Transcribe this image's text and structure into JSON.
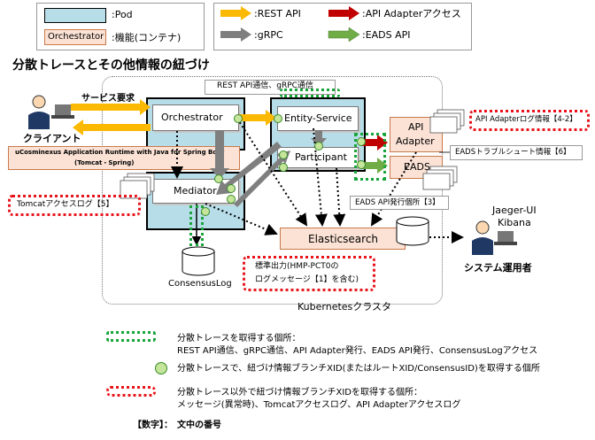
{
  "legend_top": {
    "pod": ":Pod",
    "function": ":機能(コンテナ)",
    "orchestrator_sample": "Orchestrator",
    "rest_api": ":REST API",
    "grpc": ":gRPC",
    "api_adapter_access": ":API Adapterアクセス",
    "eads_api": ":EADS API"
  },
  "title": "分散トレースとその他情報の紐づけ",
  "diagram": {
    "rest_grpc_label": "REST API通信、gRPC通信",
    "service_request": "サービス要求",
    "client": "クライアント",
    "orchestrator": "Orchestrator",
    "entity_service": "Entity-Service",
    "participant": "Participant",
    "mediator": "Mediator",
    "runtime_label_1": "uCosminexus Application Runtime with Java for Spring Boot",
    "runtime_label_2": "(Tomcat・Spring)",
    "api_adapter_1": "API",
    "api_adapter_2": "Adapter",
    "eads": "EADS",
    "api_adapter_log": "API Adapterログ情報【4-2】",
    "eads_trouble": "EADSトラブルシュート情報【6】",
    "eads_api_issue": "EADS API発行個所【3】",
    "tomcat_log": "Tomcatアクセスログ【5】",
    "elasticsearch": "Elasticsearch",
    "consensus_log": "ConsensusLog",
    "stdout_1": "標準出力(HMP-PCT0の",
    "stdout_2": "ログメッセージ【1】を含む)",
    "jaeger_1": "Jaeger-UI",
    "jaeger_2": "Kibana",
    "sys_admin": "システム運用者",
    "kubernetes": "Kubernetesクラスタ"
  },
  "legend_bottom": {
    "green_1": "分散トレースを取得する個所：",
    "green_2": "REST API通信、gRPC通信、API Adapter発行、EADS API発行、ConsensusLogアクセス",
    "circle": "分散トレースで、紐づけ情報ブランチXID(またはルートXID/ConsensusID)を取得する個所",
    "red_1": "分散トレース以外で紐づけ情報ブランチXIDを取得する個所：",
    "red_2": "メッセージ(異常時)、Tomcatアクセスログ、API Adapterアクセスログ",
    "numbers": "【数字】：　文中の番号"
  },
  "colors": {
    "rest": "#fbb901",
    "grpc": "#7f7f7f",
    "adapter": "#c00000",
    "eads": "#70ad47",
    "pod": "#b7dde8",
    "green_dot": "#1aa53a",
    "red_dot": "#e8141b"
  }
}
